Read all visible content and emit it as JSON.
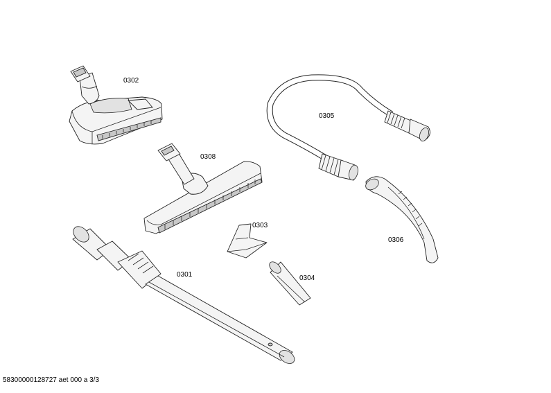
{
  "parts": [
    {
      "id": "p0302",
      "label": "0302",
      "icon": "floor-nozzle-icon"
    },
    {
      "id": "p0308",
      "label": "0308",
      "icon": "parquet-nozzle-icon"
    },
    {
      "id": "p0305",
      "label": "0305",
      "icon": "suction-hose-icon"
    },
    {
      "id": "p0306",
      "label": "0306",
      "icon": "hose-handle-icon"
    },
    {
      "id": "p0303",
      "label": "0303",
      "icon": "upholstery-nozzle-icon"
    },
    {
      "id": "p0304",
      "label": "0304",
      "icon": "crevice-nozzle-icon"
    },
    {
      "id": "p0301",
      "label": "0301",
      "icon": "telescopic-tube-icon"
    }
  ],
  "footer": "58300000128727 aet 000 a 3/3"
}
